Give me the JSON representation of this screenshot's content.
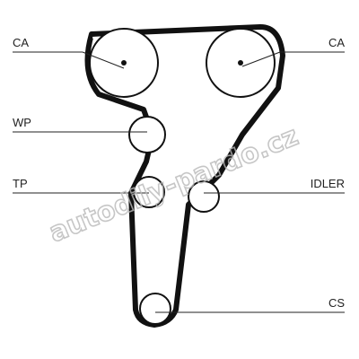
{
  "diagram": {
    "labels": {
      "ca_left": "CA",
      "ca_right": "CA",
      "wp": "WP",
      "tp": "TP",
      "idler": "IDLER",
      "cs": "CS"
    },
    "watermark": "autodily-pardo.cz",
    "colors": {
      "belt": "#111111",
      "pulley_stroke": "#111111",
      "text": "#222222",
      "watermark": "#b9b9b9"
    }
  }
}
